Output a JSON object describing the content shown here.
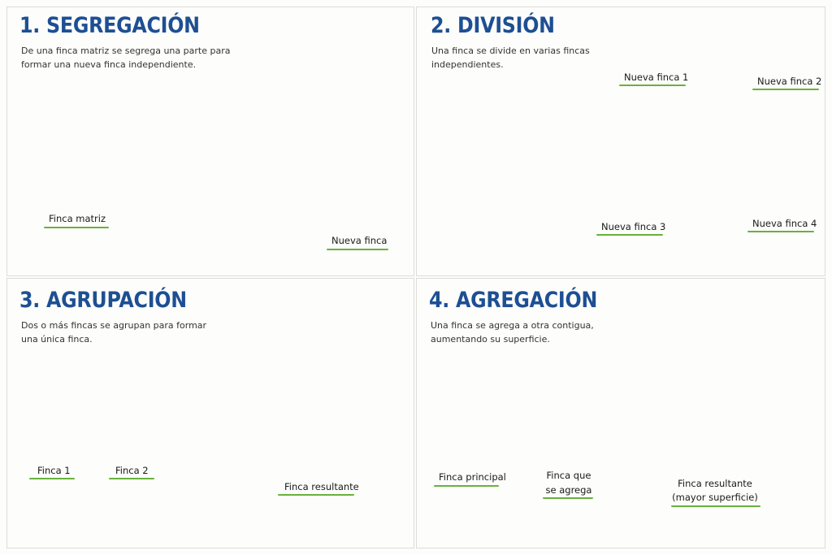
{
  "panels": [
    {
      "title": "1. SEGREGACIÓN",
      "description": "De una finca matriz se segrega una parte para formar una nueva finca independiente.",
      "labels": [
        "Finca matriz",
        "Nueva finca"
      ]
    },
    {
      "title": "2. DIVISIÓN",
      "description": "Una finca se divide en varias fincas independientes.",
      "labels": [
        "Nueva finca 1",
        "Nueva finca 2",
        "Nueva finca 3",
        "Nueva finca 4"
      ]
    },
    {
      "title": "3. AGRUPACIÓN",
      "description": "Dos o más fincas se agrupan para formar una única finca.",
      "labels": [
        "Finca 1",
        "Finca 2",
        "Finca resultante"
      ]
    },
    {
      "title": "4. AGREGACIÓN",
      "description": "Una finca se agrega a otra contigua, aumentando su superficie.",
      "labels": [
        "Finca principal",
        "Finca que",
        "se agrega",
        "Finca resultante",
        "(mayor superficie)"
      ]
    }
  ],
  "colors": {
    "title": "#1d4f93",
    "arrow": "#1d4f93",
    "grass": "#a9cd7e",
    "grass_dark": "#7bab55",
    "grey_plot": "#d9d9d7",
    "underline": "#69b13c"
  }
}
